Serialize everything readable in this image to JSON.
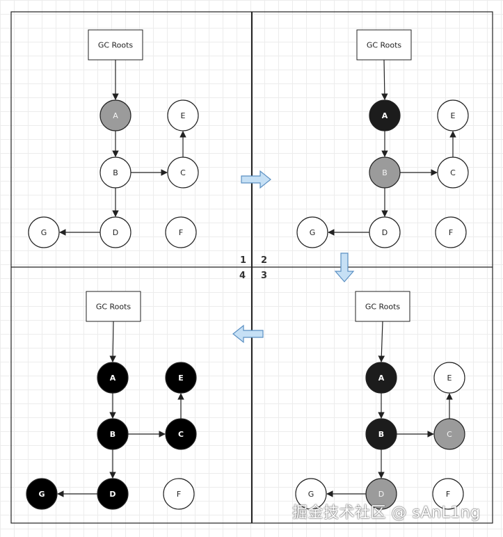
{
  "colors": {
    "white": "#ffffff",
    "gray": "#9b9b9b",
    "black": "#1c1c1c",
    "pureBlack": "#000000",
    "stroke": "#222222",
    "arrowFill": "#c6e0f5",
    "arrowStroke": "#5a8fc2",
    "frame": "#222222"
  },
  "rootLabel": "GC Roots",
  "quadrantNumbers": [
    "1",
    "2",
    "3",
    "4"
  ],
  "edges": [
    [
      "A",
      "B"
    ],
    [
      "B",
      "C"
    ],
    [
      "C",
      "E"
    ],
    [
      "B",
      "D"
    ],
    [
      "D",
      "G"
    ]
  ],
  "quadrants": [
    {
      "id": "1",
      "nodes": {
        "A": "gray",
        "B": "white",
        "C": "white",
        "D": "white",
        "E": "white",
        "F": "white",
        "G": "white"
      }
    },
    {
      "id": "2",
      "nodes": {
        "A": "black",
        "B": "gray",
        "C": "white",
        "D": "white",
        "E": "white",
        "F": "white",
        "G": "white"
      }
    },
    {
      "id": "3",
      "nodes": {
        "A": "black",
        "B": "black",
        "C": "gray",
        "D": "gray",
        "E": "white",
        "F": "white",
        "G": "white"
      }
    },
    {
      "id": "4",
      "nodes": {
        "A": "pureBlack",
        "B": "pureBlack",
        "C": "pureBlack",
        "D": "pureBlack",
        "E": "pureBlack",
        "F": "white",
        "G": "pureBlack"
      }
    }
  ],
  "transitionArrows": [
    {
      "from": "1",
      "to": "2",
      "direction": "right"
    },
    {
      "from": "2",
      "to": "3",
      "direction": "down"
    },
    {
      "from": "3",
      "to": "4",
      "direction": "left"
    }
  ],
  "watermark": "掘金技术社区 @ sAnL1ng"
}
